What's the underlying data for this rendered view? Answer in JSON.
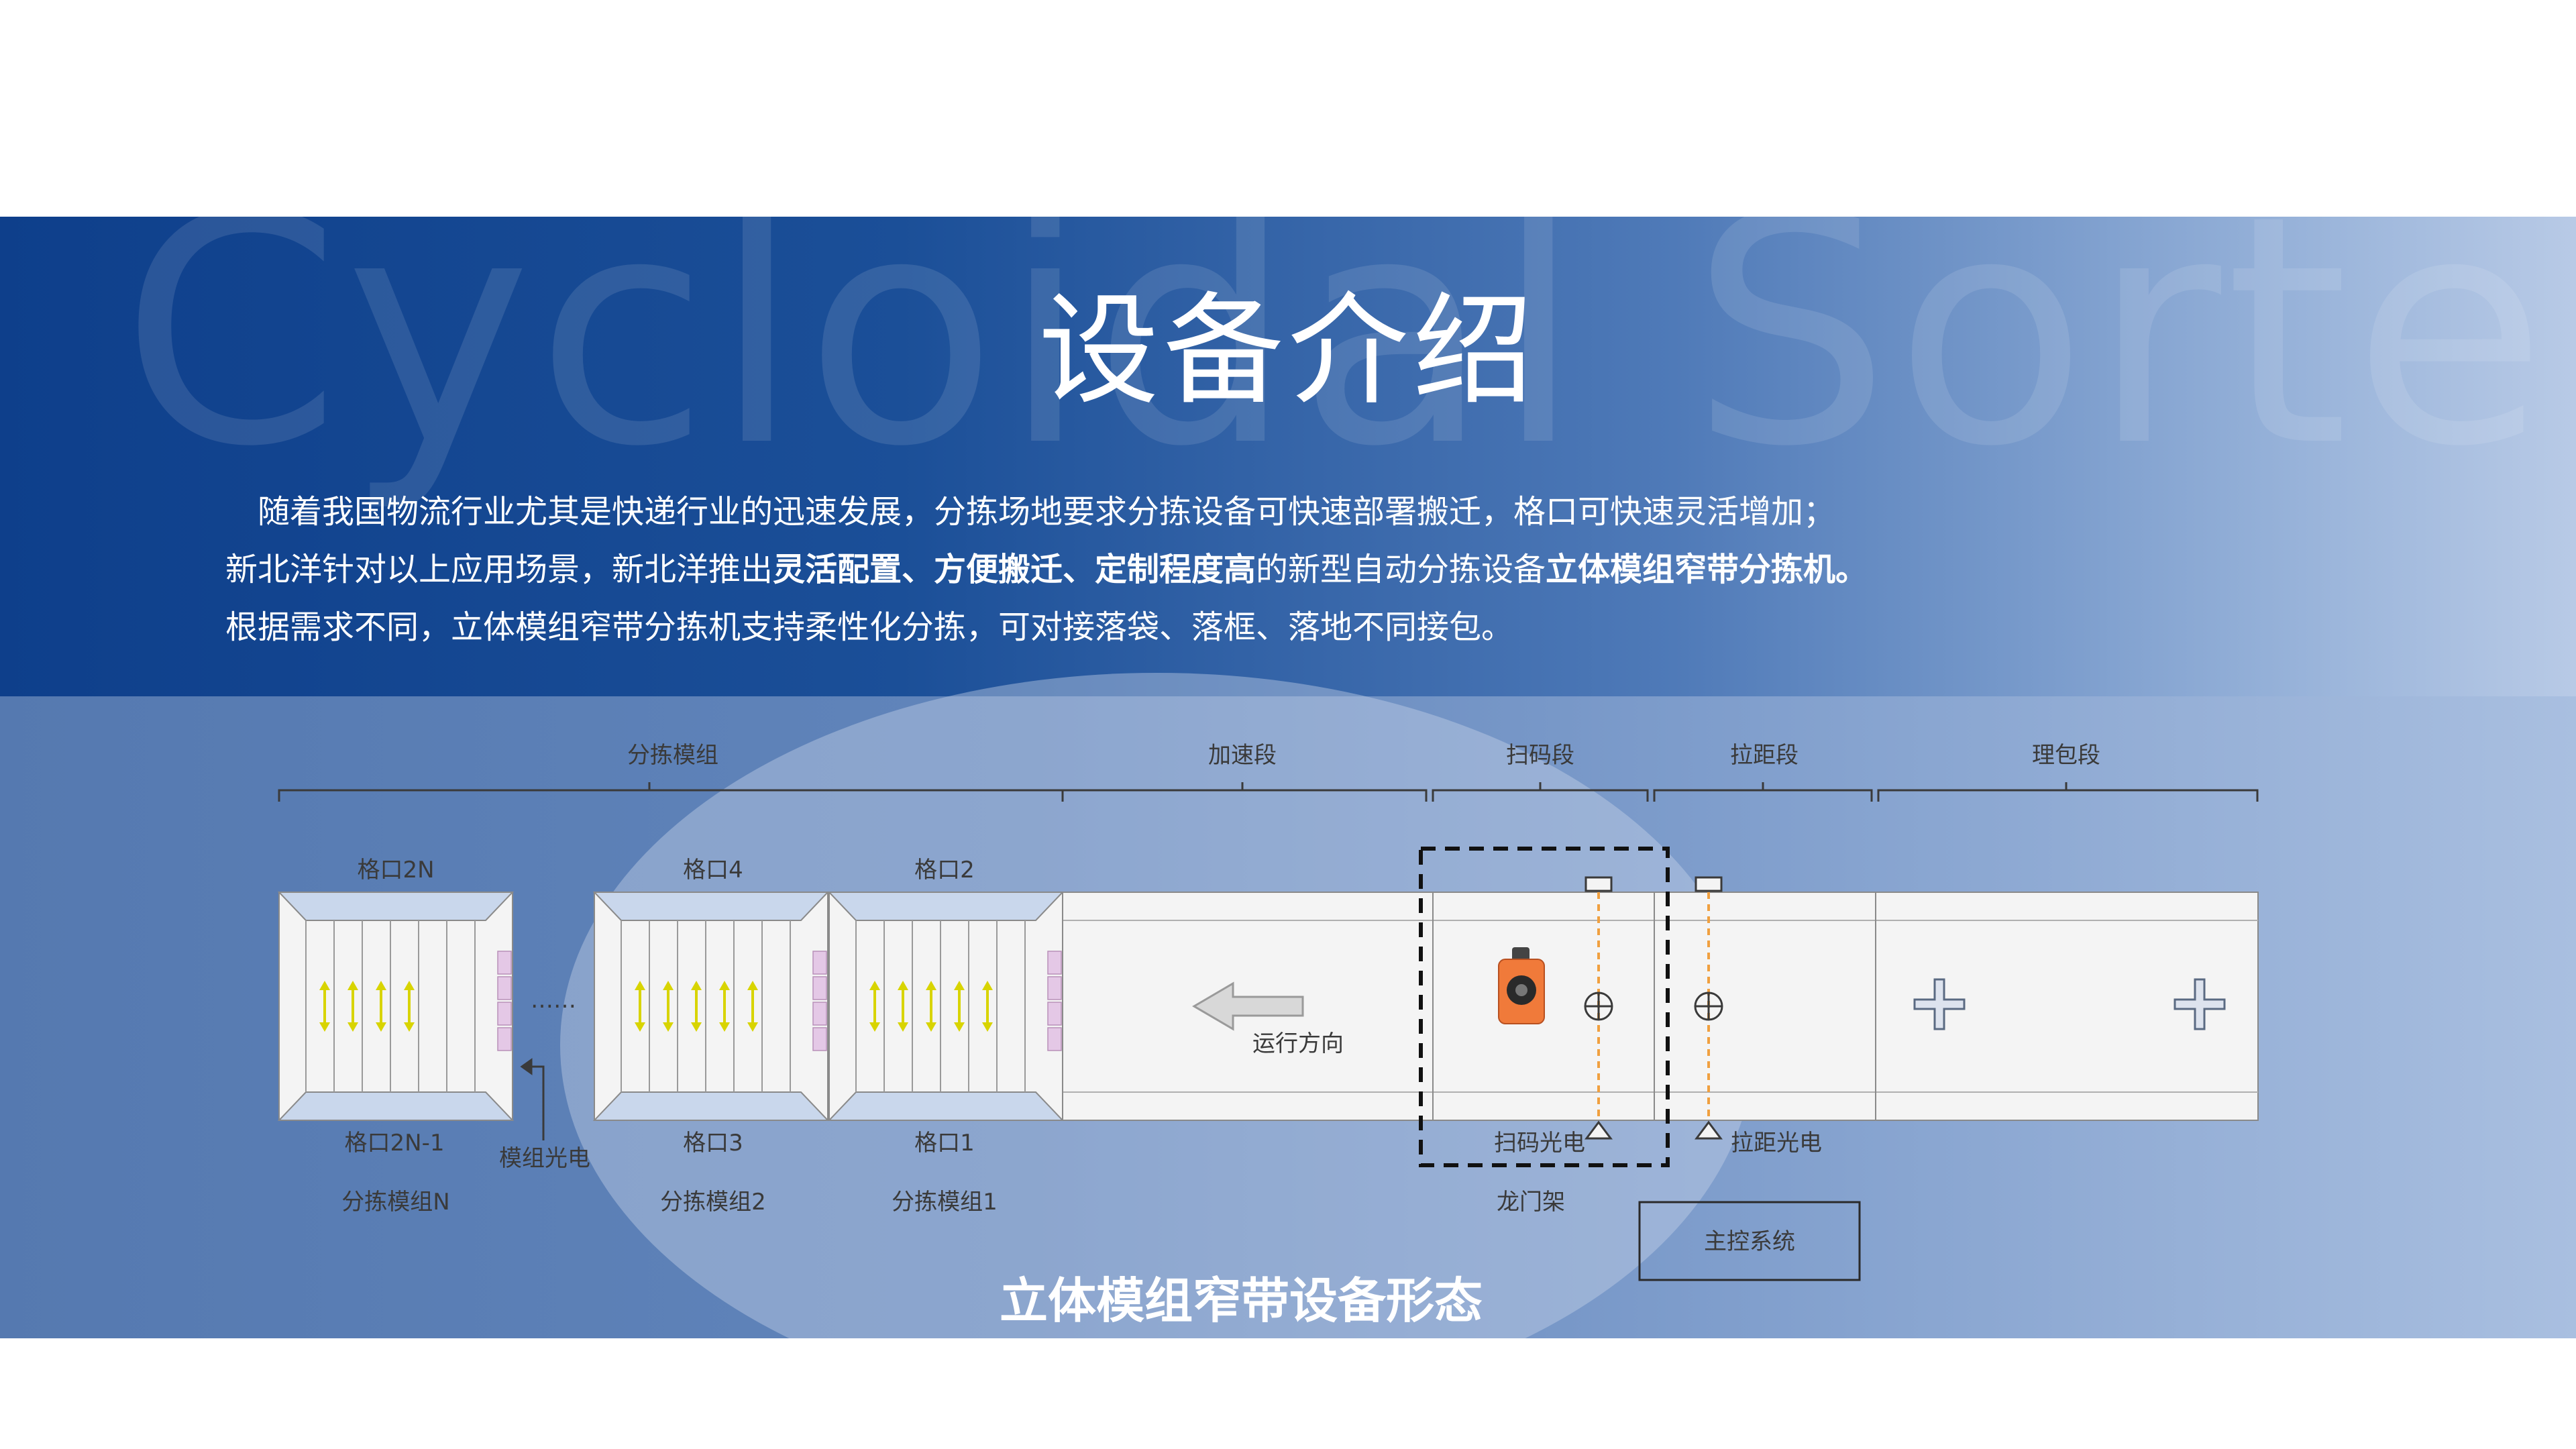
{
  "background_text": "Cycloidal Sorter",
  "title": "设备介绍",
  "intro": {
    "line1": "随着我国物流行业尤其是快递行业的迅速发展，分拣场地要求分拣设备可快速部署搬迁，格口可快速灵活增加；",
    "line2_a": "新北洋针对以上应用场景，新北洋推出",
    "line2_b": "灵活配置、方便搬迁、定制程度高",
    "line2_c": "的新型自动分拣设备",
    "line2_d": "立体模组窄带分拣机。",
    "line3": "根据需求不同，立体模组窄带分拣机支持柔性化分拣，可对接落袋、落框、落地不同接包。"
  },
  "diagram": {
    "sections": {
      "sort_modules": "分拣模组",
      "accel": "加速段",
      "scan": "扫码段",
      "spacing": "拉距段",
      "arrange": "理包段"
    },
    "ports": {
      "port_2n": "格口2N",
      "port_2n_1": "格口2N-1",
      "port_4": "格口4",
      "port_3": "格口3",
      "port_2": "格口2",
      "port_1": "格口1"
    },
    "modules": {
      "module_n": "分拣模组N",
      "module_2": "分拣模组2",
      "module_1": "分拣模组1"
    },
    "ellipsis": "……",
    "module_sensor": "模组光电",
    "direction": "运行方向",
    "scan_sensor": "扫码光电",
    "spacing_sensor": "拉距光电",
    "gantry": "龙门架",
    "main_control": "主控系统",
    "colors": {
      "roller_arrow": "#d8d400",
      "photo_beam": "#f0a040",
      "sensor_strip": "#e4c8e6",
      "camera_body": "#f07a3a"
    }
  },
  "caption": "立体模组窄带设备形态"
}
